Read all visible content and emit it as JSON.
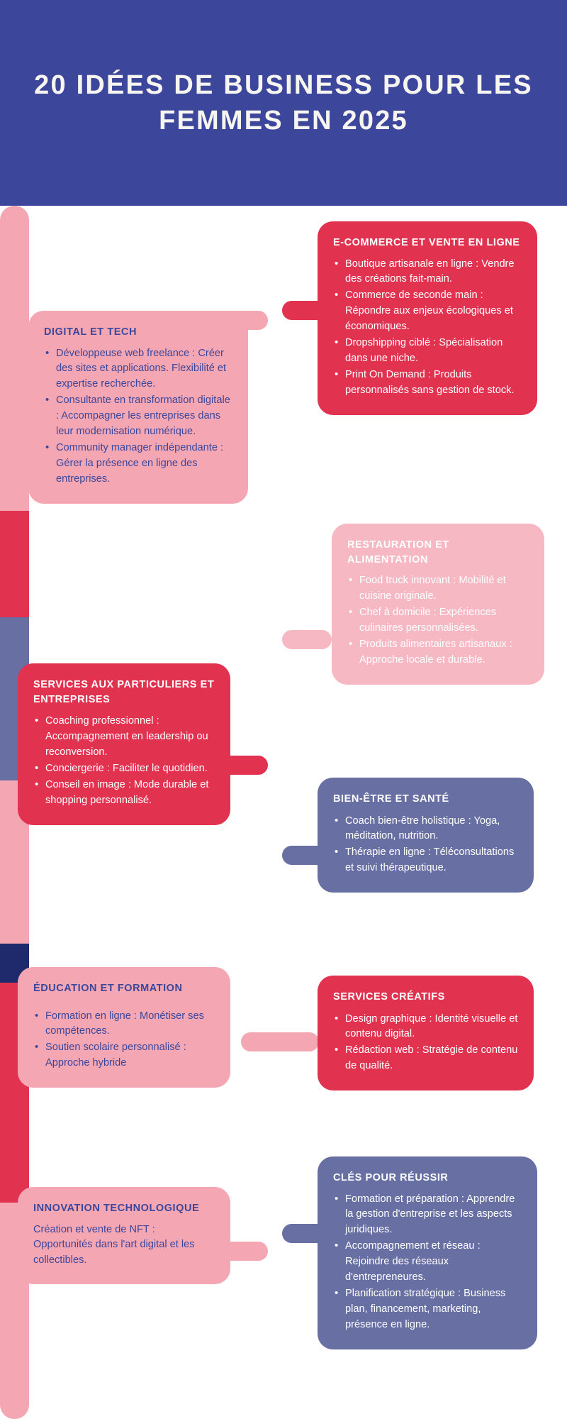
{
  "header": {
    "title": "20 IDÉES DE BUSINESS POUR LES FEMMES EN 2025",
    "bg_color": "#3c469b",
    "text_color": "#f7f5f0"
  },
  "palette": {
    "crimson": "#e13250",
    "pink": "#f4a7b3",
    "light_pink": "#f6b9c3",
    "slate_blue": "#676fa3",
    "navy": "#1e2a6b",
    "indigo": "#3c469b",
    "white": "#ffffff"
  },
  "spine": {
    "segments": [
      {
        "color": "#f4a7b3"
      },
      {
        "color": "#e13250"
      },
      {
        "color": "#676fa3"
      },
      {
        "color": "#f4a7b3"
      },
      {
        "color": "#1e2a6b"
      },
      {
        "color": "#e13250"
      },
      {
        "color": "#f4a7b3"
      }
    ]
  },
  "cards": [
    {
      "id": "e-commerce",
      "side": "right",
      "title": "E-COMMERCE ET VENTE EN LIGNE",
      "bg": "#e13250",
      "text": "#ffffff",
      "items": [
        "Boutique artisanale en ligne : Vendre des créations fait-main.",
        "Commerce de seconde main : Répondre aux enjeux écologiques et économiques.",
        "Dropshipping ciblé : Spécialisation dans une niche.",
        "Print On Demand : Produits personnalisés sans gestion de stock."
      ]
    },
    {
      "id": "digital-tech",
      "side": "left",
      "title": "DIGITAL ET TECH",
      "bg": "#f4a7b3",
      "text": "#3c469b",
      "items": [
        "Développeuse web freelance : Créer des sites et applications. Flexibilité et expertise recherchée.",
        "Consultante en transformation digitale : Accompagner les entreprises dans leur modernisation numérique.",
        "Community manager indépendante : Gérer la présence en ligne des entreprises."
      ]
    },
    {
      "id": "restauration",
      "side": "right",
      "title": "RESTAURATION ET ALIMENTATION",
      "bg": "#f6b9c3",
      "text": "#ffffff",
      "items": [
        "Food truck innovant : Mobilité et cuisine originale.",
        "Chef à domicile : Expériences culinaires personnalisées.",
        "Produits alimentaires artisanaux : Approche locale et durable."
      ]
    },
    {
      "id": "services-particuliers",
      "side": "left",
      "title": "SERVICES AUX PARTICULIERS ET ENTREPRISES",
      "bg": "#e13250",
      "text": "#ffffff",
      "items": [
        "Coaching professionnel : Accompagnement en leadership ou reconversion.",
        "Conciergerie : Faciliter le quotidien.",
        "Conseil en image : Mode durable et shopping personnalisé."
      ]
    },
    {
      "id": "bien-etre",
      "side": "right",
      "title": "BIEN-ÊTRE ET SANTÉ",
      "bg": "#676fa3",
      "text": "#ffffff",
      "items": [
        "Coach bien-être holistique : Yoga, méditation, nutrition.",
        "Thérapie en ligne : Téléconsultations et suivi thérapeutique."
      ]
    },
    {
      "id": "education",
      "side": "left",
      "title": "ÉDUCATION ET FORMATION",
      "bg": "#f4a7b3",
      "text": "#3c469b",
      "items": [
        "Formation en ligne : Monétiser ses compétences.",
        "Soutien scolaire personnalisé : Approche hybride"
      ]
    },
    {
      "id": "services-creatifs",
      "side": "right",
      "title": "SERVICES CRÉATIFS",
      "bg": "#e13250",
      "text": "#ffffff",
      "items": [
        "Design graphique : Identité visuelle et contenu digital.",
        "Rédaction web : Stratégie de contenu de qualité."
      ]
    },
    {
      "id": "innovation",
      "side": "left",
      "title": "INNOVATION TECHNOLOGIQUE",
      "bg": "#f4a7b3",
      "text": "#3c469b",
      "paragraph": "Création et vente de NFT : Opportunités dans l'art digital et les collectibles."
    },
    {
      "id": "cles-reussir",
      "side": "right",
      "title": "CLÉS POUR RÉUSSIR",
      "bg": "#676fa3",
      "text": "#ffffff",
      "items": [
        "Formation et préparation : Apprendre la gestion d'entreprise et les aspects juridiques.",
        "Accompagnement et réseau : Rejoindre des réseaux d'entrepreneures.",
        "Planification stratégique : Business plan, financement, marketing, présence en ligne."
      ]
    }
  ]
}
